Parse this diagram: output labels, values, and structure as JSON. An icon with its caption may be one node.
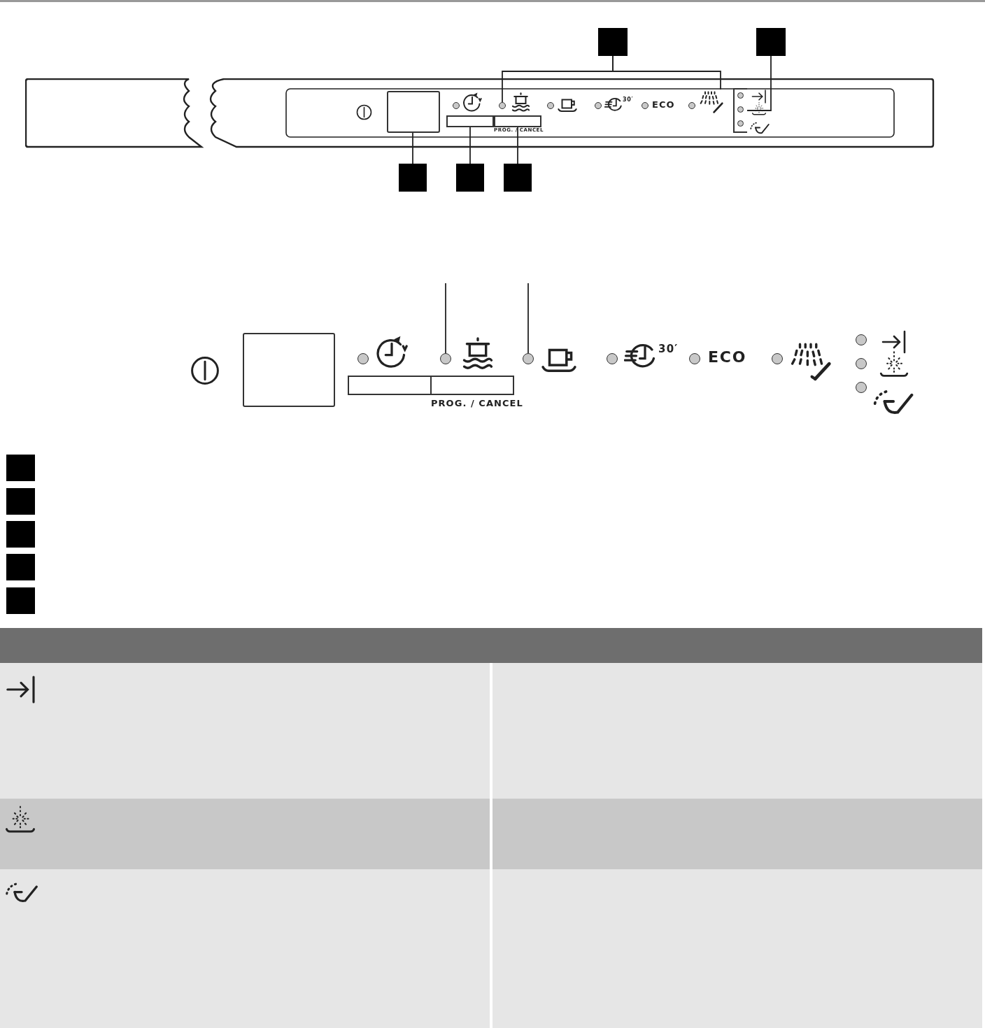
{
  "diagram": {
    "nodes": [
      {
        "text": [],
        "shape": "box"
      },
      {
        "text": [],
        "shape": "box"
      },
      {
        "text": [],
        "shape": "box"
      },
      {
        "text": [],
        "shape": "box"
      },
      {
        "text": [],
        "shape": "box"
      },
      {
        "text": [],
        "shape": "box"
      },
      {
        "text": [],
        "shape": "box"
      },
      {
        "text": [],
        "shape": "box"
      },
      {
        "text": [],
        "shape": "circle"
      },
      {
        "text": [],
        "shape": "picture"
      },
      {
        "text": [],
        "shape": "box"
      },
      {
        "text": [],
        "shape": "circle"
      },
      {
        "text": [],
        "shape": "circle"
      },
      {
        "text": [],
        "shape": "box"
      },
      {
        "text": [],
        "shape": "box"
      },
      {
        "text": [],
        "shape": "box"
      },
      {
        "text": [],
        "shape": "box"
      },
      {
        "text": [],
        "shape": "box"
      },
      {
        "text": [],
        "shape": "circle"
      },
      {
        "text": [],
        "shape": "circle"
      },
      {
        "text": [],
        "shape": "circle"
      },
      {
        "text": [],
        "shape": "circle"
      },
      {
        "text": [],
        "shape": "circle"
      },
      {
        "text": [],
        "shape": "circle"
      },
      {
        "text": [],
        "shape": "circle"
      },
      {
        "text": [],
        "shape": "box"
      }
    ],
    "edges": [
      {
        "from": 0,
        "to": 8,
        "arrow": "none"
      },
      {
        "from": 0,
        "to": 9,
        "arrow": "none"
      },
      {
        "from": 1,
        "to": 10,
        "arrow": "none"
      },
      {
        "from": 2,
        "to": 5,
        "arrow": "none"
      },
      {
        "from": 3,
        "to": 6,
        "arrow": "none"
      },
      {
        "from": 4,
        "to": 7,
        "arrow": "none"
      },
      {
        "from": null,
        "to": 11,
        "arrow": "none"
      },
      {
        "from": null,
        "to": 12,
        "arrow": "none"
      }
    ],
    "labels": [
      "30′",
      "ECO",
      "PROG. / CANCEL",
      "30′",
      "ECO",
      "PROG. / CANCEL"
    ]
  }
}
